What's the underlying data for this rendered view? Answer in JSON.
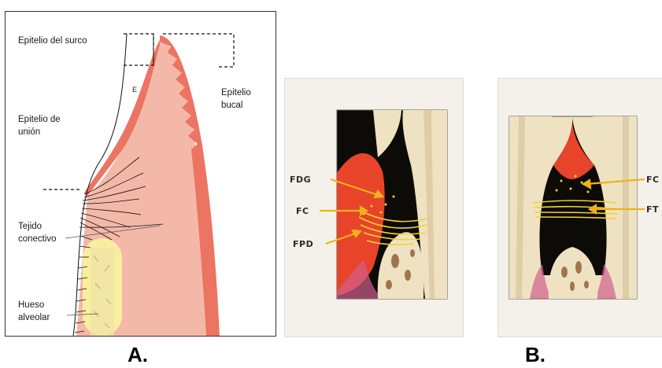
{
  "panel_a": {
    "labels": {
      "sulcular_epithelium": "Epitelio del surco",
      "oral_epithelium_line1": "Epitelio",
      "oral_epithelium_line2": "bucal",
      "e_marker": "E",
      "junctional_epithelium_line1": "Epitelio de",
      "junctional_epithelium_line2": "unión",
      "connective_tissue_line1": "Tejido",
      "connective_tissue_line2": "conectivo",
      "alveolar_bone_line1": "Hueso",
      "alveolar_bone_line2": "alveolar"
    },
    "letter": "A."
  },
  "panel_b_left": {
    "labels": {
      "fdg": "FDG",
      "fc": "FC",
      "fpd": "FPD"
    }
  },
  "panel_b_right": {
    "labels": {
      "fc": "FC",
      "ft": "FT"
    }
  },
  "letter_b": "B.",
  "colors": {
    "gingiva": "#f4b8a8",
    "epithelium": "#ec7462",
    "bone": "#f7ef9e",
    "tooth": "#efe2c2",
    "dark_tissue": "#0d0b07",
    "red_tissue": "#e8442a",
    "fiber": "#f2d230",
    "arrow": "#f0b21a"
  }
}
